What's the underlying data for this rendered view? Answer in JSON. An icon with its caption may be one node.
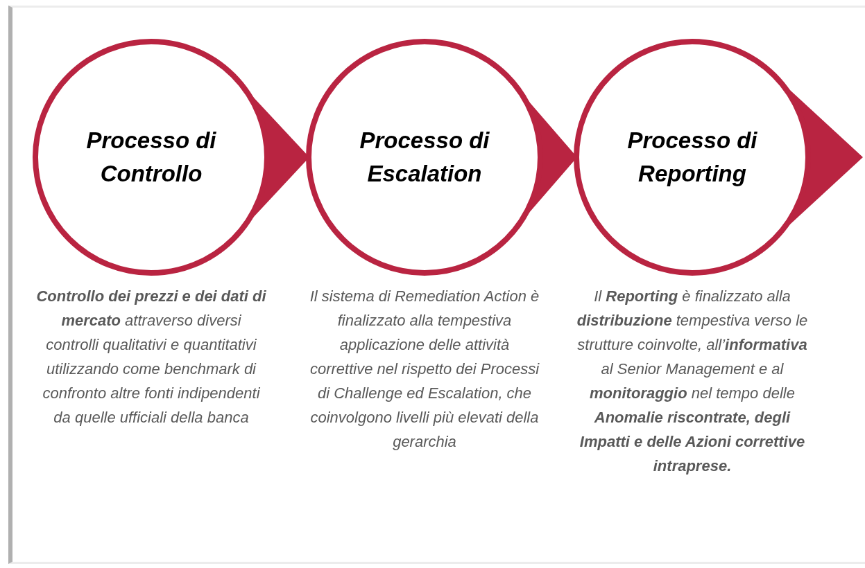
{
  "diagram": {
    "nodes": [
      {
        "text": [
          "Processo di Controllo"
        ],
        "beside": [
          "**Controllo dei prezzi e dei dati di mercato** attraverso diversi controlli qualitativi e quantitativi utilizzando come benchmark di confronto altre fonti indipendenti da quelle ufficiali della banca"
        ]
      },
      {
        "text": [
          "Processo di Escalation"
        ],
        "beside": [
          "Il sistema di Remediation Action è finalizzato alla tempestiva applicazione delle attività correttive nel rispetto dei Processi di Challenge ed Escalation, che coinvolgono livelli più elevati della gerarchia"
        ]
      },
      {
        "text": [
          "Processo di Reporting"
        ],
        "beside": [
          "Il **Reporting** è finalizzato alla **distribuzione** tempestiva verso le strutture coinvolte, all’**informativa** al Senior Management e al **monitoraggio** nel tempo delle **Anomalie riscontrate, degli Impatti e delle Azioni correttive intraprese.**"
        ]
      }
    ],
    "edges": [
      {
        "from": 0,
        "to": 1,
        "arrow": "to",
        "color": "#b92441"
      },
      {
        "from": 1,
        "to": 2,
        "arrow": "to",
        "color": "#b92441"
      },
      {
        "from": 2,
        "to": null,
        "arrow": "to",
        "color": "#b92441"
      }
    ]
  }
}
